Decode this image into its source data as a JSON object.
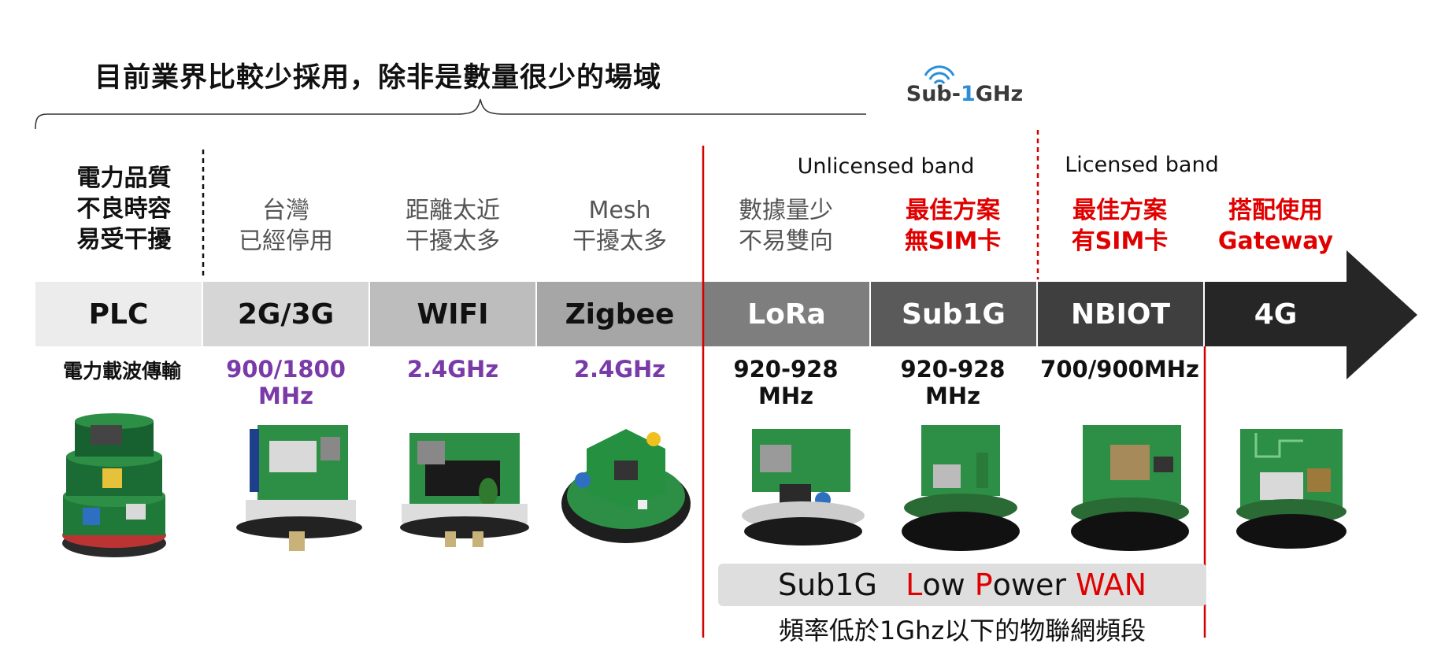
{
  "header": {
    "title": "目前業界比較少採用，除非是數量很少的場域",
    "logo_text_a": "Sub-",
    "logo_text_b": "1",
    "logo_text_c": "GHz"
  },
  "bands": {
    "unlicensed": "Unlicensed band",
    "licensed": "Licensed band"
  },
  "plc_note": "電力品質不良時容易受干擾",
  "plc_note_lines": [
    "電力品質",
    "不良時容",
    "易受干擾"
  ],
  "technologies": [
    {
      "label": "PLC",
      "note1": "",
      "note2": "",
      "freq": "電力載波傳輸",
      "color": "#ececec",
      "text_color": "#111111",
      "note_red": false,
      "freq_style": "black"
    },
    {
      "label": "2G/3G",
      "note1": "台灣",
      "note2": "已經停用",
      "freq": "900/1800 MHz",
      "color": "#d6d6d6",
      "text_color": "#111111",
      "note_red": false,
      "freq_style": "purple"
    },
    {
      "label": "WIFI",
      "note1": "距離太近",
      "note2": "干擾太多",
      "freq": "2.4GHz",
      "color": "#bdbdbd",
      "text_color": "#111111",
      "note_red": false,
      "freq_style": "purple"
    },
    {
      "label": "Zigbee",
      "note1": "Mesh",
      "note2": "干擾太多",
      "freq": "2.4GHz",
      "color": "#a6a6a6",
      "text_color": "#111111",
      "note_red": false,
      "freq_style": "purple"
    },
    {
      "label": "LoRa",
      "note1": "數據量少",
      "note2": "不易雙向",
      "freq": "920-928 MHz",
      "color": "#7e7e7e",
      "text_color": "#ffffff",
      "note_red": false,
      "freq_style": "black"
    },
    {
      "label": "Sub1G",
      "note1": "最佳方案",
      "note2": "無SIM卡",
      "freq": "920-928 MHz",
      "color": "#5a5a5a",
      "text_color": "#ffffff",
      "note_red": true,
      "freq_style": "black"
    },
    {
      "label": "NBIOT",
      "note1": "最佳方案",
      "note2": "有SIM卡",
      "freq": "700/900MHz",
      "color": "#3f3f3f",
      "text_color": "#ffffff",
      "note_red": true,
      "freq_style": "black"
    },
    {
      "label": "4G",
      "note1": "搭配使用",
      "note2": "Gateway",
      "freq": "",
      "color": "#262626",
      "text_color": "#ffffff",
      "note_red": true,
      "freq_style": "black"
    }
  ],
  "lpwan": {
    "prefix": "Sub1G",
    "l_red": "L",
    "ow": "ow ",
    "p_red": "P",
    "ower": "ower ",
    "wan_red": "WAN",
    "subtitle": "頻率低於1Ghz以下的物聯網頻段"
  },
  "colors": {
    "red_line": "#d40000",
    "red_text": "#e00000",
    "purple_text": "#7a3aa8",
    "arrow_dark": "#262626"
  }
}
